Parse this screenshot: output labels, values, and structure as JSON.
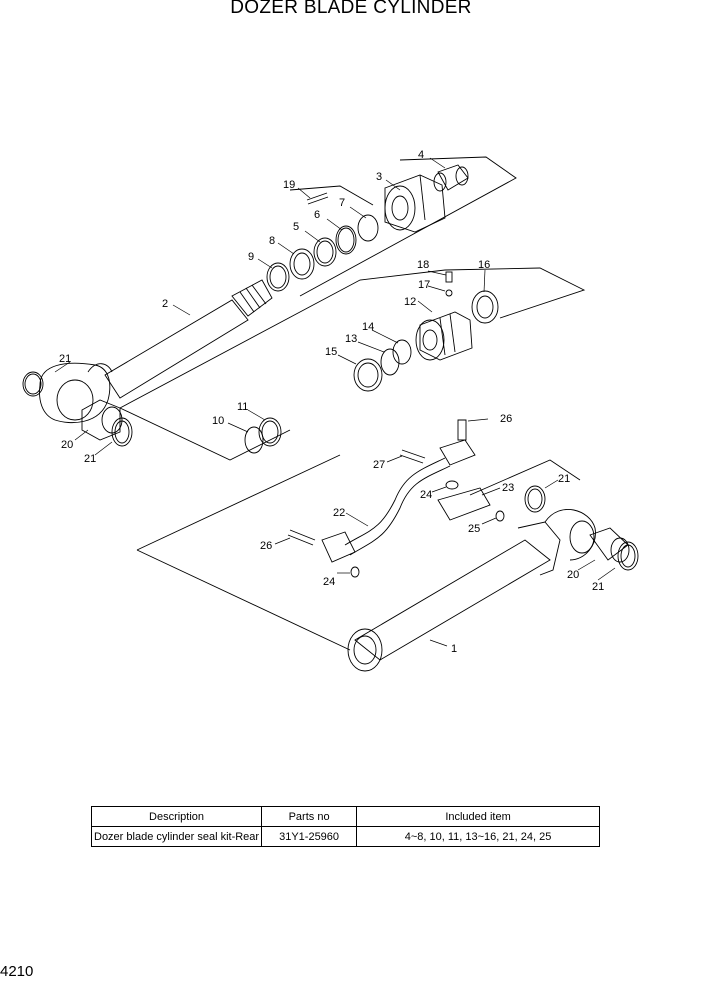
{
  "title": "DOZER BLADE CYLINDER",
  "callouts": [
    "1",
    "2",
    "3",
    "4",
    "5",
    "6",
    "7",
    "8",
    "9",
    "10",
    "11",
    "12",
    "13",
    "14",
    "15",
    "16",
    "17",
    "18",
    "19",
    "20",
    "20",
    "21",
    "21",
    "21",
    "21",
    "22",
    "23",
    "24",
    "24",
    "25",
    "26",
    "26",
    "27"
  ],
  "table": {
    "headers": [
      "Description",
      "Parts no",
      "Included item"
    ],
    "rows": [
      [
        "Dozer blade cylinder seal kit-Rear",
        "31Y1-25960",
        "4~8, 10, 11, 13~16, 21, 24, 25"
      ]
    ]
  },
  "page_number": "4210"
}
